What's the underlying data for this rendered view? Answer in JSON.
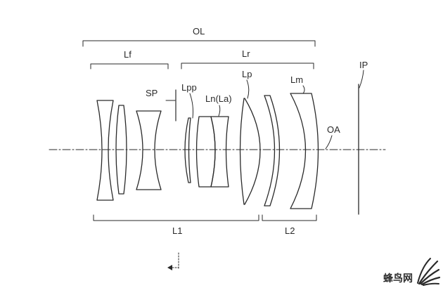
{
  "labels": {
    "ol": "OL",
    "lf": "Lf",
    "lr": "Lr",
    "sp": "SP",
    "lpp": "Lpp",
    "ln_la": "Ln(La)",
    "lp": "Lp",
    "lm": "Lm",
    "ip": "IP",
    "oa": "OA",
    "l1": "L1",
    "l2": "L2"
  },
  "watermark": {
    "text": "蜂鸟网",
    "logo_icon": "hummingbird-feather-logo"
  },
  "colors": {
    "ink": "#2a2a2a",
    "background": "#ffffff"
  }
}
